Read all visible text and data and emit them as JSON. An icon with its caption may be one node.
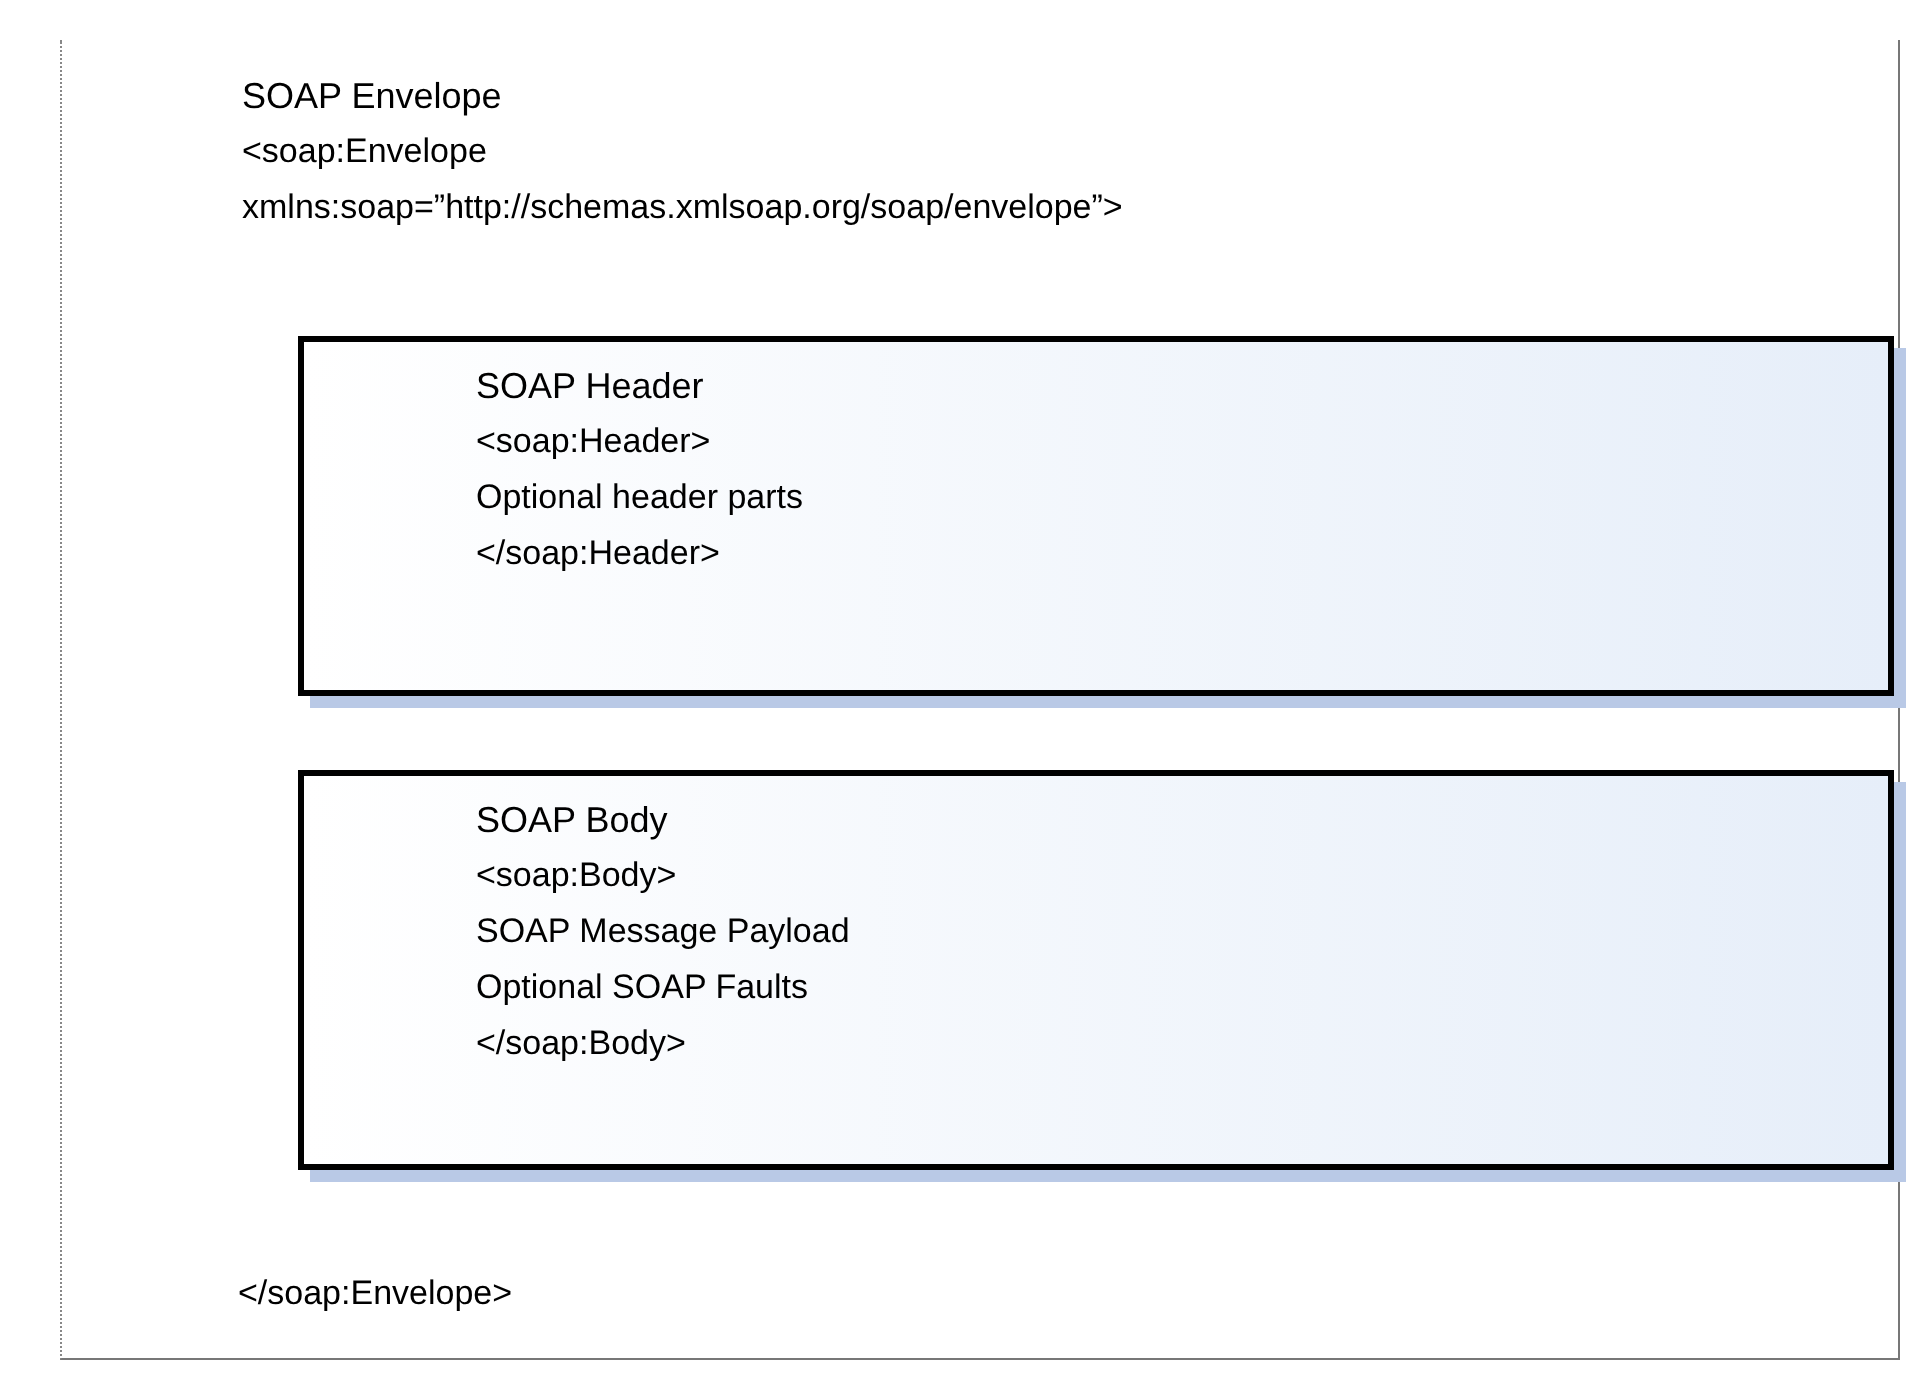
{
  "diagram": {
    "nodes": [
      {
        "text": [
          "SOAP Envelope",
          "<soap:Envelope xmlns:soap=”http://schemas.xmlsoap.org/soap/envelope”>",
          "</soap:Envelope>"
        ]
      },
      {
        "text": [
          "SOAP Header",
          "<soap:Header>",
          "Optional header parts",
          "</soap:Header>"
        ],
        "in": 0
      },
      {
        "text": [
          "SOAP Body",
          "<soap:Body>",
          "SOAP Message Payload",
          "Optional SOAP Faults",
          "</soap:Body>"
        ],
        "in": 0
      }
    ]
  }
}
